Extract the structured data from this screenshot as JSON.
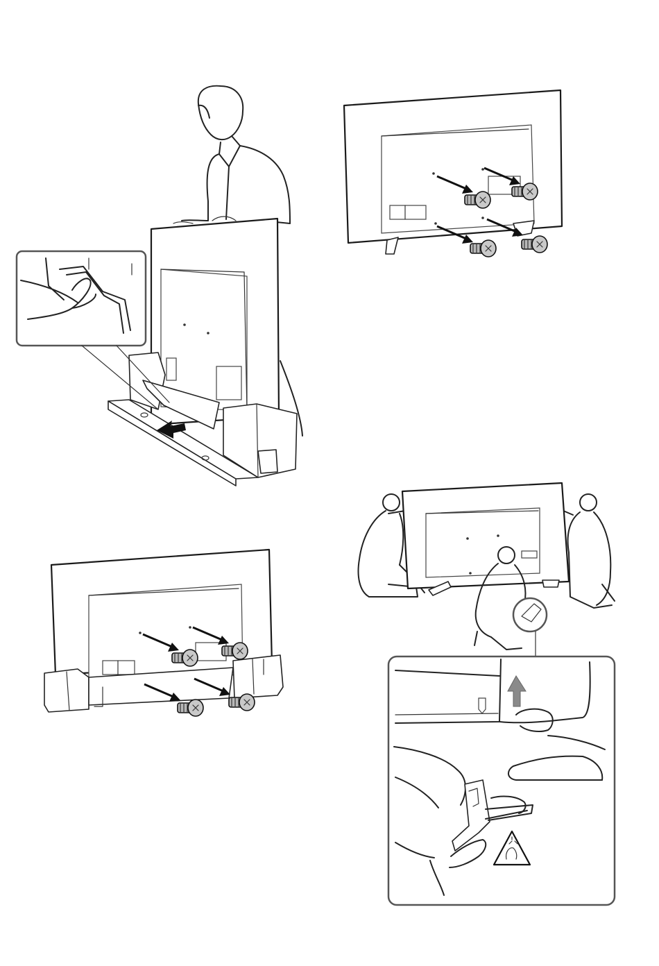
{
  "figure": {
    "steps": [
      {
        "id": "step-1",
        "description_name": "remove-box-front-cover"
      },
      {
        "id": "step-2",
        "description_name": "attach-stand-screws-upright"
      },
      {
        "id": "step-3",
        "description_name": "attach-stand-screws-in-box"
      },
      {
        "id": "step-4",
        "description_name": "lift-tv-with-helpers"
      }
    ],
    "icons": [
      "screw-icon",
      "arrow-icon",
      "up-arrow-icon",
      "pinch-warning-icon",
      "hand-icon"
    ]
  }
}
